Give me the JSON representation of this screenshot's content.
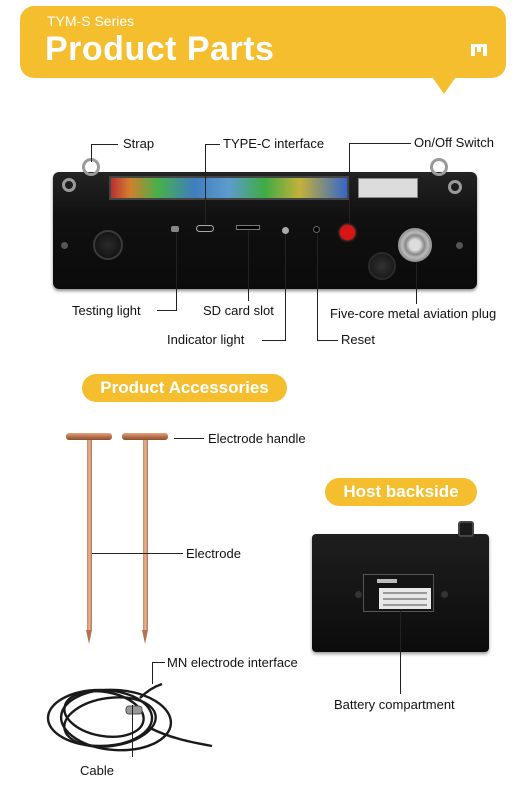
{
  "header": {
    "series": "TYM-S Series",
    "title": "Product Parts",
    "brand_icon": "brand-logo-icon"
  },
  "device_labels": {
    "strap": "Strap",
    "type_c": "TYPE-C interface",
    "on_off": "On/Off Switch",
    "testing_light": "Testing light",
    "sd_card": "SD card slot",
    "aviation_plug": "Five-core metal aviation plug",
    "indicator_light": "Indicator light",
    "reset": "Reset"
  },
  "accessories": {
    "heading": "Product Accessories",
    "electrode_handle": "Electrode handle",
    "electrode": "Electrode",
    "mn_interface": "MN electrode interface",
    "cable": "Cable"
  },
  "backside": {
    "heading": "Host backside",
    "battery": "Battery compartment"
  },
  "colors": {
    "accent": "#f5be2e",
    "power_button": "#d81414"
  }
}
